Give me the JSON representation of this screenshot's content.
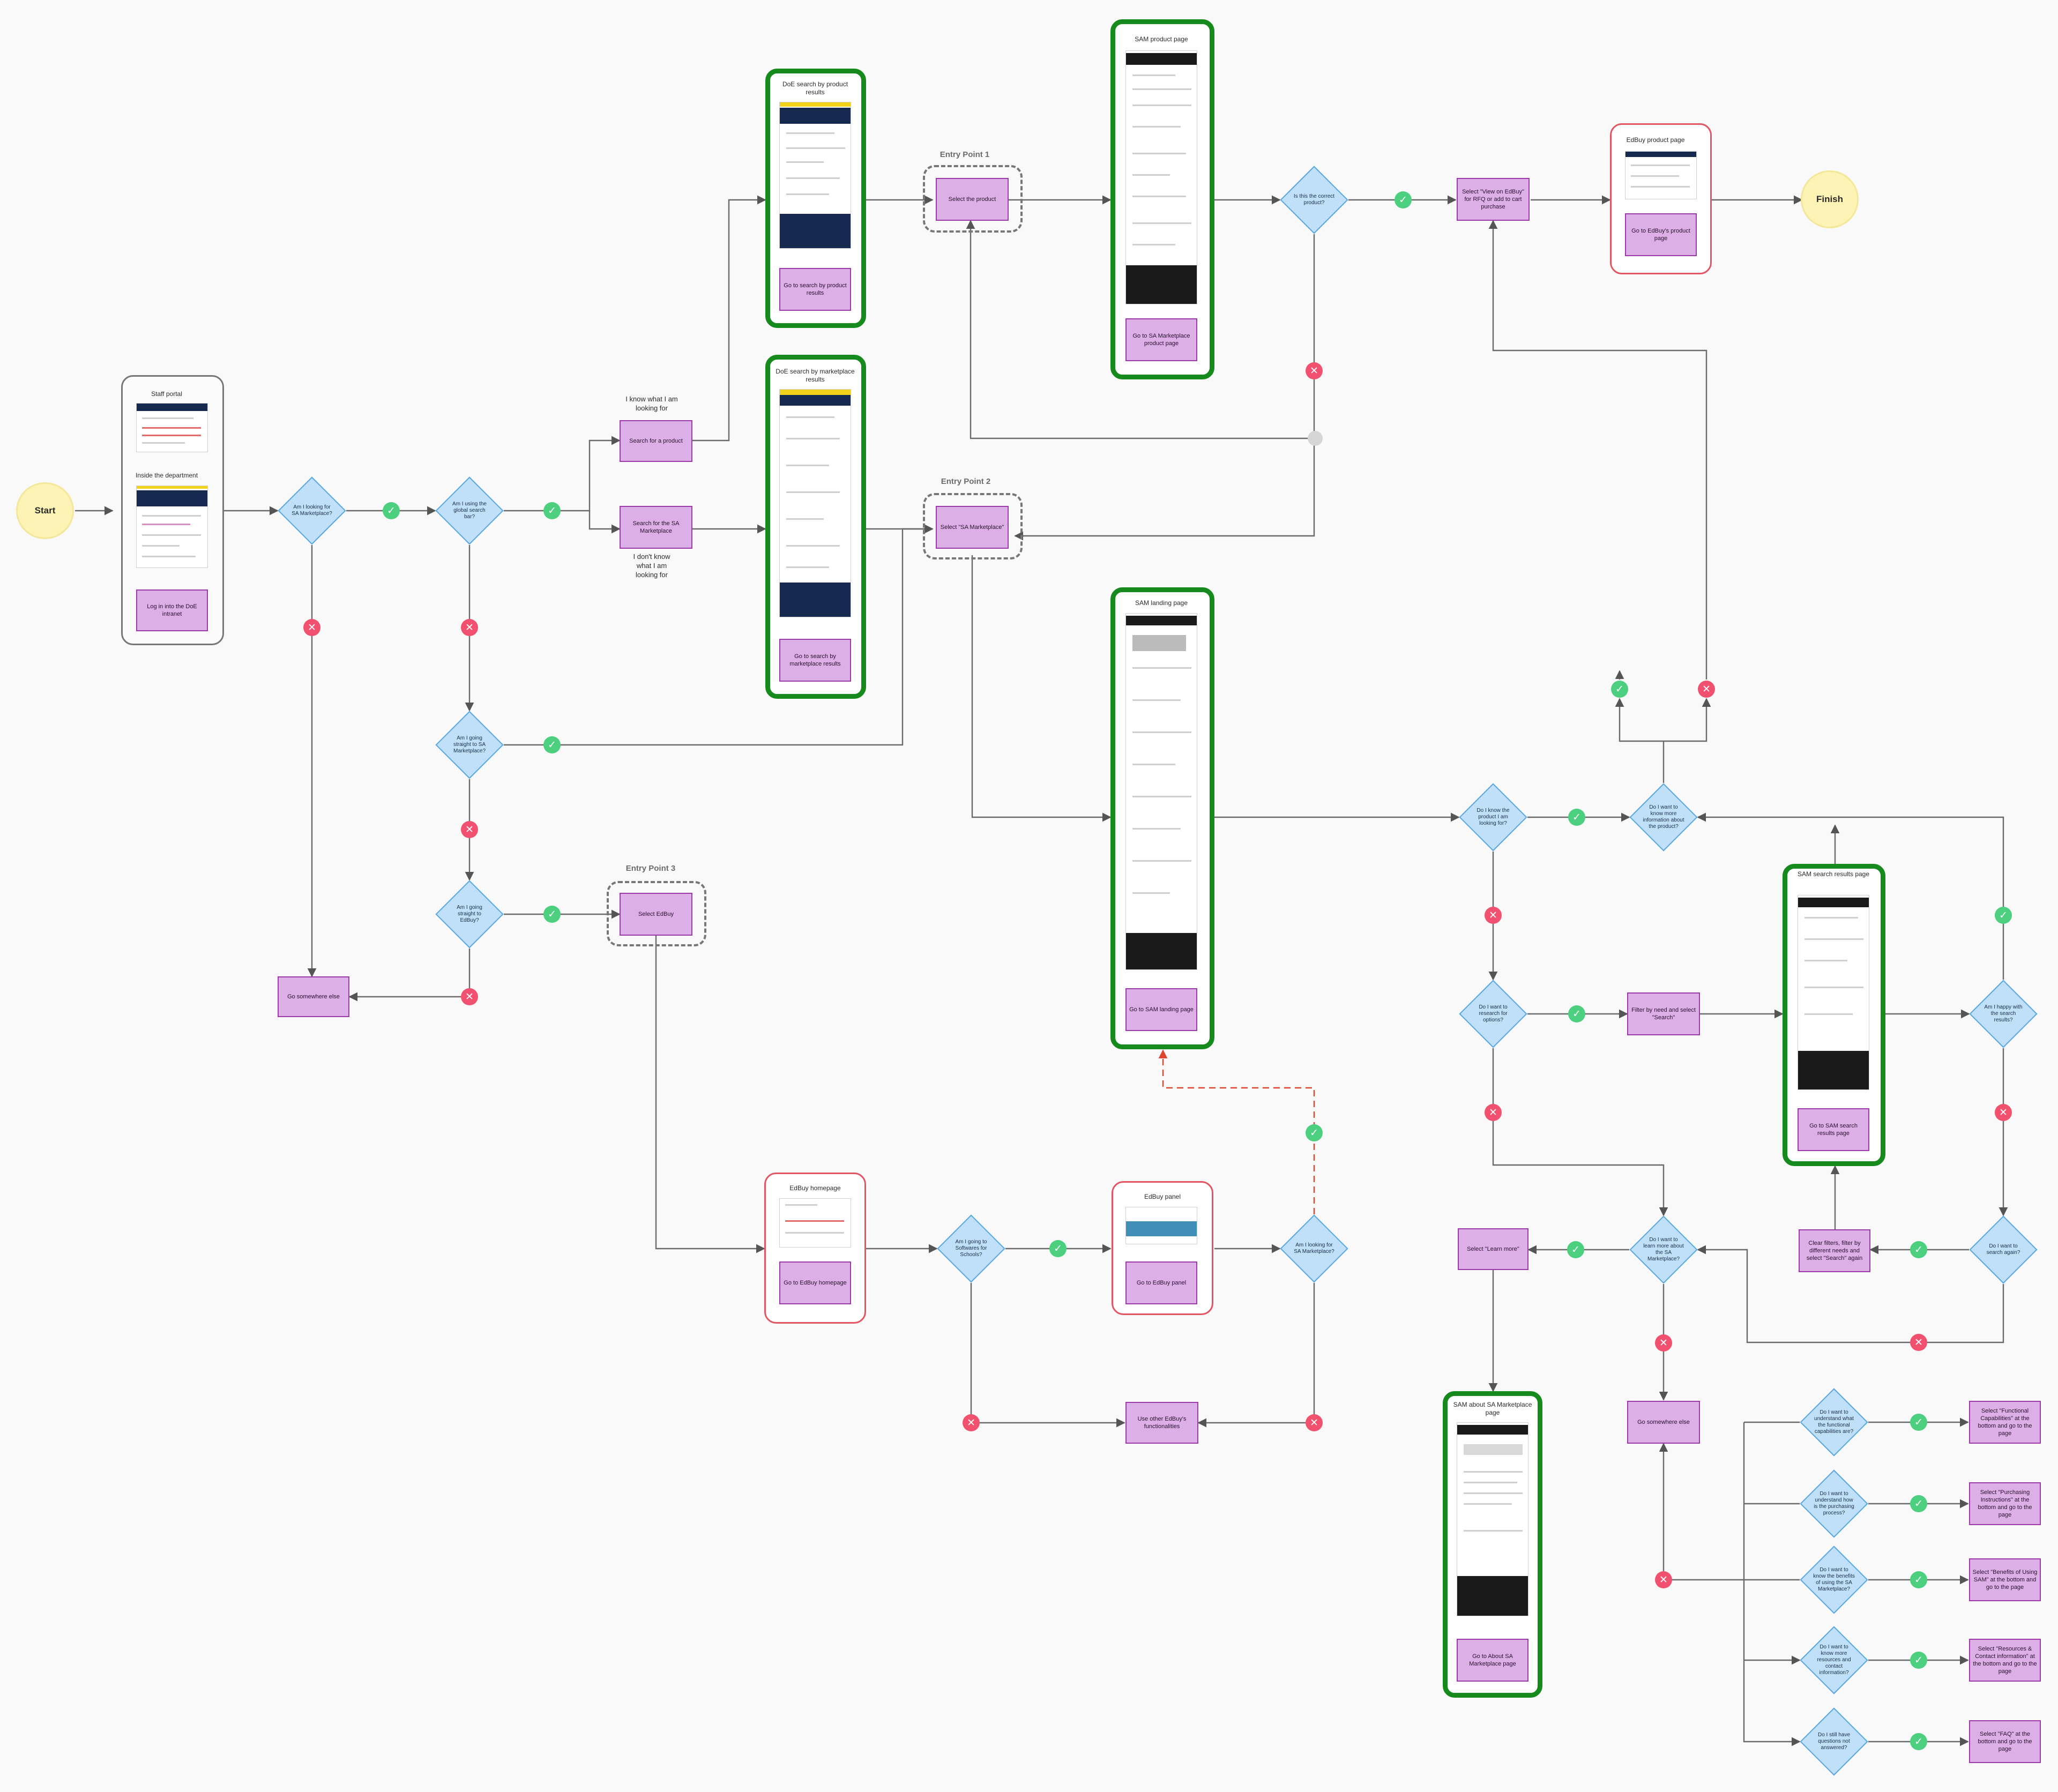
{
  "terminals": {
    "start": "Start",
    "finish": "Finish"
  },
  "frames": {
    "staff_portal": "Staff portal",
    "inside_department": "Inside the department",
    "doe_product_results": "DoE search by product results",
    "doe_marketplace_results": "DoE search by marketplace results",
    "sam_product_page": "SAM product page",
    "sam_landing_page": "SAM landing page",
    "edbuy_product_page": "EdBuy product page",
    "sam_search_results": "SAM search results page",
    "edbuy_homepage": "EdBuy homepage",
    "edbuy_panel": "EdBuy panel",
    "sam_about": "SAM about SA Marketplace page"
  },
  "entry_points": {
    "ep1": "Entry Point 1",
    "ep2": "Entry Point 2",
    "ep3": "Entry Point 3"
  },
  "processes": {
    "login": "Log in into the DoE intranet",
    "search_product": "Search for a product",
    "search_sa_marketplace": "Search for the SA Marketplace",
    "go_doe_product": "Go to search by product results",
    "go_doe_marketplace": "Go to search by marketplace results",
    "select_product": "Select the product",
    "select_sa_marketplace": "Select \"SA Marketplace\"",
    "select_edbuy": "Select EdBuy",
    "go_sam_product": "Go to SA Marketplace product page",
    "select_view_edbuy": "Select \"View on EdBuy\" for RFQ or add to cart purchase",
    "go_edbuy_product": "Go to EdBuy's product page",
    "go_sam_landing": "Go to SAM landing page",
    "go_somewhere_left": "Go somewhere else",
    "filter_need": "Filter by need and select \"Search\"",
    "go_sam_search": "Go to SAM search results page",
    "clear_filters": "Clear filters, filter by different needs and select \"Search\" again",
    "select_learn_more": "Select \"Learn more\"",
    "go_somewhere_right": "Go somewhere else",
    "go_about": "Go to About SA Marketplace page",
    "go_edbuy_home": "Go to EdBuy homepage",
    "go_edbuy_panel": "Go to EdBuy panel",
    "use_other": "Use other EdBuy's functionalities",
    "select_functional": "Select \"Functional Capabilities\" at the bottom and go to the page",
    "select_purchasing": "Select \"Purchasing Instructions\" at the bottom and go to the page",
    "select_benefits": "Select \"Benefits of Using SAM\" at the bottom and go to the page",
    "select_resources": "Select \"Resources & Contact information\" at the bottom and go to the page",
    "select_faq": "Select \"FAQ\" at the bottom and go to the page"
  },
  "decisions": {
    "looking_sam": "Am I looking for SA Marketplace?",
    "global_search": "Am I using the global search bar?",
    "straight_sam": "Am I going straight to SA Marketplace?",
    "straight_edbuy": "Am I going straight to EdBuy?",
    "correct_product": "Is this the correct product?",
    "know_product": "Do I know the product I am looking for?",
    "more_info_product": "Do I want to know more information about the product?",
    "research_options": "Do I want to research for options?",
    "happy_results": "Am I happy with the search results?",
    "search_again": "Do I want to search again?",
    "learn_more_sam": "Do I want to learn more about the SA Marketplace?",
    "softwares": "Am I going to Softwares for Schools?",
    "looking_sam_2": "Am I looking for SA Marketplace?",
    "understand_functional": "Do I want to understand what the functional capabilities are?",
    "understand_purchasing": "Do I want to understand how is the purchasing process?",
    "know_benefits": "Do I want to know the benefits of using the SA Marketplace?",
    "know_resources": "Do I want to know more resources and contact information?",
    "questions": "Do I still have questions not answered?"
  },
  "labels": {
    "know_what": "I know what I am looking for",
    "dont_know": "I don't know what I am looking for"
  },
  "marks": {
    "yes": "✓",
    "no": "✕"
  },
  "colors": {
    "frame_green": "#168a1c",
    "frame_red": "#e45563",
    "process": "#dcb0e6",
    "decision": "#bfe0f8",
    "terminal": "#fdf3b5",
    "yes": "#4ccf7e",
    "no": "#f1516f",
    "dashed_link": "#e0462f"
  }
}
